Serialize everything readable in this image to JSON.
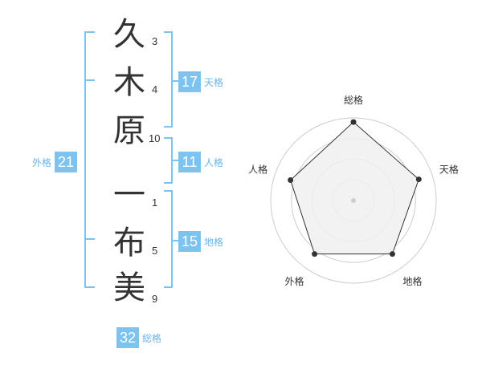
{
  "name": {
    "characters": [
      {
        "char": "久",
        "strokes": "3"
      },
      {
        "char": "木",
        "strokes": "4"
      },
      {
        "char": "原",
        "strokes": "10"
      },
      {
        "char": "一",
        "strokes": "1"
      },
      {
        "char": "布",
        "strokes": "5"
      },
      {
        "char": "美",
        "strokes": "9"
      }
    ]
  },
  "fortunes": {
    "tenkaku": {
      "value": "17",
      "label": "天格"
    },
    "jinkaku": {
      "value": "11",
      "label": "人格"
    },
    "chikaku": {
      "value": "15",
      "label": "地格"
    },
    "gaikaku": {
      "value": "21",
      "label": "外格"
    },
    "soukaku": {
      "value": "32",
      "label": "総格"
    }
  },
  "colors": {
    "accent": "#7dc3f0",
    "accent_text": "#6ab5e8",
    "text": "#333333",
    "radar_fill": "#f0f0f0",
    "radar_ring": "#cccccc"
  },
  "chart_data": {
    "type": "radar",
    "axes": [
      "総格",
      "天格",
      "地格",
      "外格",
      "人格"
    ],
    "values": [
      0.95,
      0.83,
      0.8,
      0.8,
      0.8
    ],
    "range": [
      0,
      1
    ],
    "rings": 4
  }
}
